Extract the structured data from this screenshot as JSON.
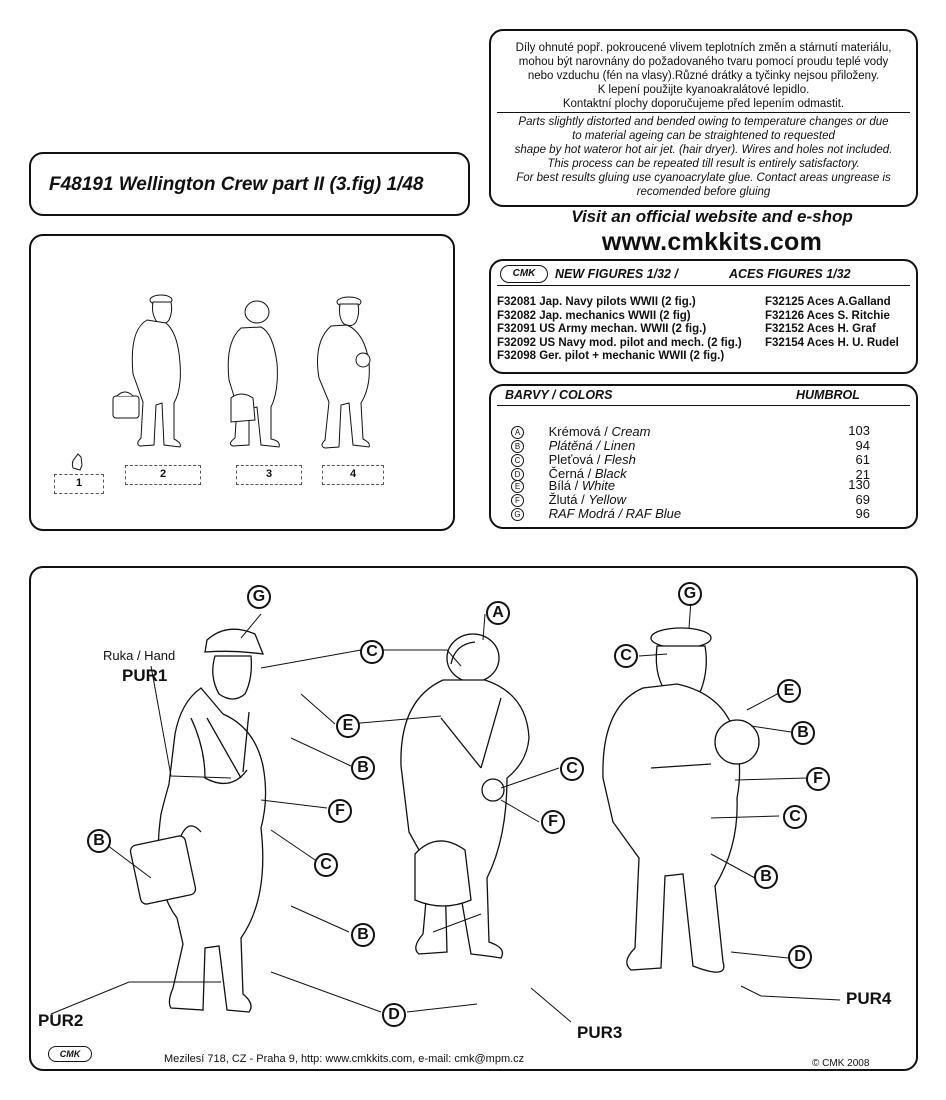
{
  "title": "F48191   Wellington Crew part II  (3.fig)  1/48",
  "warning_cz": [
    "Díly ohnuté popř. pokroucené vlivem teplotních změn a stárnutí materiálu,",
    "mohou být narovnány do požadovaného tvaru pomocí proudu teplé vody",
    "nebo vzduchu (fén na vlasy).Různé drátky a tyčinky nejsou přiloženy.",
    "K lepení použijte kyanoakralátové lepidlo.",
    "Kontaktní plochy doporučujeme před lepením odmastit."
  ],
  "warning_en": [
    "Parts slightly distorted and bended owing to temperature changes or due",
    "to material ageing can be straightened to requested",
    "shape by hot wateror hot  air jet.  (hair dryer). Wires and holes not included.",
    "This process can be repeated till result is entirely satisfactory.",
    "For best results gluing use cyanoacrylate glue. Contact areas ungrease is",
    "recomended before gluing"
  ],
  "visit": "Visit an official website and e-shop",
  "website": "www.cmkkits.com",
  "logo": "CMK",
  "new_figures": {
    "header_left": "NEW FIGURES  1/32 /",
    "header_right": "ACES FIGURES 1/32",
    "left": [
      "F32081 Jap. Navy pilots WWII (2 fig.)",
      "F32082 Jap. mechanics WWII (2 fig)",
      "F32091 US Army mechan. WWII (2 fig.)",
      "F32092 US Navy mod. pilot and mech. (2 fig.)",
      "F32098 Ger. pilot + mechanic WWII (2 fig.)"
    ],
    "right": [
      "F32125 Aces A.Galland",
      "F32126 Aces S. Ritchie",
      "F32152 Aces H. Graf",
      "F32154 Aces H. U. Rudel"
    ]
  },
  "colors": {
    "header_left": "BARVY / COLORS",
    "header_right": "HUMBROL",
    "items": [
      {
        "letter": "A",
        "cz": "Krémová / ",
        "en": "Cream",
        "code": "103"
      },
      {
        "letter": "B",
        "cz": "Plátěná / ",
        "en": "Linen",
        "code": "94"
      },
      {
        "letter": "C",
        "cz": "Pleťová / ",
        "en": "Flesh",
        "code": "61"
      },
      {
        "letter": "D",
        "cz": "Černá / ",
        "en": "Black",
        "code": "21"
      },
      {
        "letter": "E",
        "cz": "Bílá / ",
        "en": "White",
        "code": "130"
      },
      {
        "letter": "F",
        "cz": "Žlutá / ",
        "en": "Yellow",
        "code": "69"
      },
      {
        "letter": "G",
        "cz": "",
        "en": "RAF Modrá / RAF Blue",
        "code": "96"
      }
    ]
  },
  "parts": [
    "1",
    "2",
    "3",
    "4"
  ],
  "hand_label": "Ruka / Hand",
  "pur_labels": {
    "pur1": "PUR1",
    "pur2": "PUR2",
    "pur3": "PUR3",
    "pur4": "PUR4"
  },
  "callouts": {
    "g1": "G",
    "c1": "C",
    "e1": "E",
    "b1": "B",
    "f1": "F",
    "c2": "C",
    "b2": "B",
    "b3": "B",
    "d1": "D",
    "a1": "A",
    "c3": "C",
    "f2": "F",
    "g2": "G",
    "c4": "C",
    "e2": "E",
    "b4": "B",
    "f3": "F",
    "c5": "C",
    "b5": "B",
    "d2": "D"
  },
  "footer": {
    "address": "Mezilesí 718, CZ - Praha 9,  http: www.cmkkits.com, e-mail: cmk@mpm.cz",
    "copyright": "© CMK 2008"
  }
}
